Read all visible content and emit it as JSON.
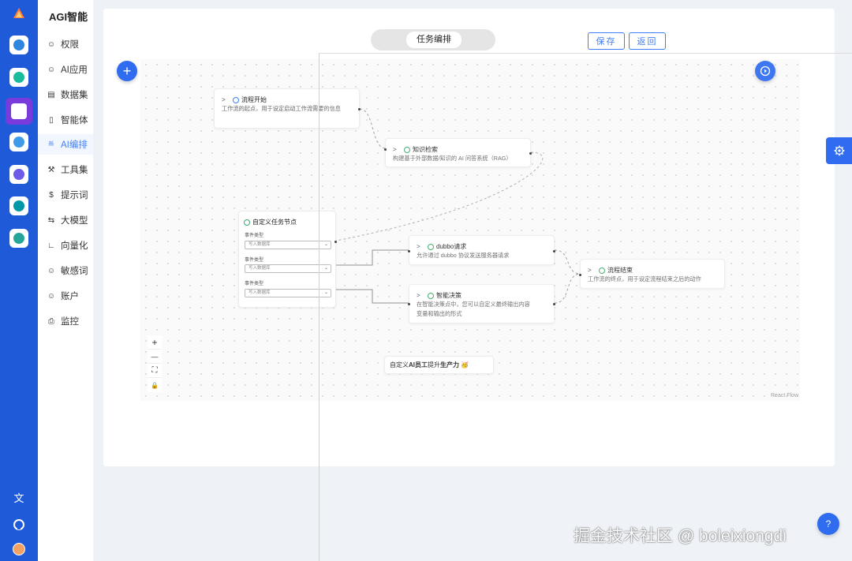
{
  "menu": {
    "title": "AGI智能",
    "items": [
      {
        "label": "权限",
        "icon": "user-icon"
      },
      {
        "label": "AI应用",
        "icon": "user-icon"
      },
      {
        "label": "数据集",
        "icon": "dataset-icon"
      },
      {
        "label": "智能体",
        "icon": "bar-chart-icon"
      },
      {
        "label": "AI编排",
        "icon": "share-icon"
      },
      {
        "label": "工具集",
        "icon": "tools-icon"
      },
      {
        "label": "提示词",
        "icon": "dollar-icon"
      },
      {
        "label": "大模型",
        "icon": "switch-icon"
      },
      {
        "label": "向量化",
        "icon": "line-chart-icon"
      },
      {
        "label": "敏感词",
        "icon": "user-icon"
      },
      {
        "label": "账户",
        "icon": "user-icon"
      },
      {
        "label": "监控",
        "icon": "printer-icon"
      }
    ],
    "active_index": 4
  },
  "header": {
    "segment_label": "任务编排",
    "save_label": "保存",
    "back_label": "返回"
  },
  "nodes": {
    "start": {
      "title": "流程开始",
      "desc": "工作流的起点，用于设定启动工作流需要的信息"
    },
    "knowledge": {
      "title": "知识检索",
      "desc": "构建基于外部数据/知识的 AI 问答系统（RAG）"
    },
    "custom": {
      "title": "自定义任务节点",
      "fields": [
        {
          "label": "事件类型",
          "placeholder": "写入数据库"
        },
        {
          "label": "事件类型",
          "placeholder": "写入数据库"
        },
        {
          "label": "事件类型",
          "placeholder": "写入数据库"
        }
      ]
    },
    "dubbo": {
      "title": "dubbo请求",
      "desc": "允许通过 dubbo 协议发送服务器请求"
    },
    "decision": {
      "title": "智能决策",
      "desc1": "在智能决策点中，您可以自定义最终输出内容",
      "desc2": "变量和输出的形式"
    },
    "end": {
      "title": "流程结束",
      "desc": "工作流的终点，用于设定流程结束之后的动作"
    }
  },
  "slogan": {
    "prefix": "自定义 ",
    "ai": "AI员工",
    "mid": " 提升 ",
    "power": "生产力",
    "emoji": "🥳"
  },
  "canvas": {
    "attribution": "React Flow"
  },
  "controls": {
    "zoom_in": "+",
    "zoom_out": "—",
    "fit": "⛶",
    "lock": "🔒"
  },
  "watermark": "掘金技术社区 @ boleixiongdi",
  "colors": {
    "rail": "#1f5bd8",
    "accent": "#3f7ef6",
    "fab": "#2f6cf0",
    "success": "#3aa86b"
  }
}
